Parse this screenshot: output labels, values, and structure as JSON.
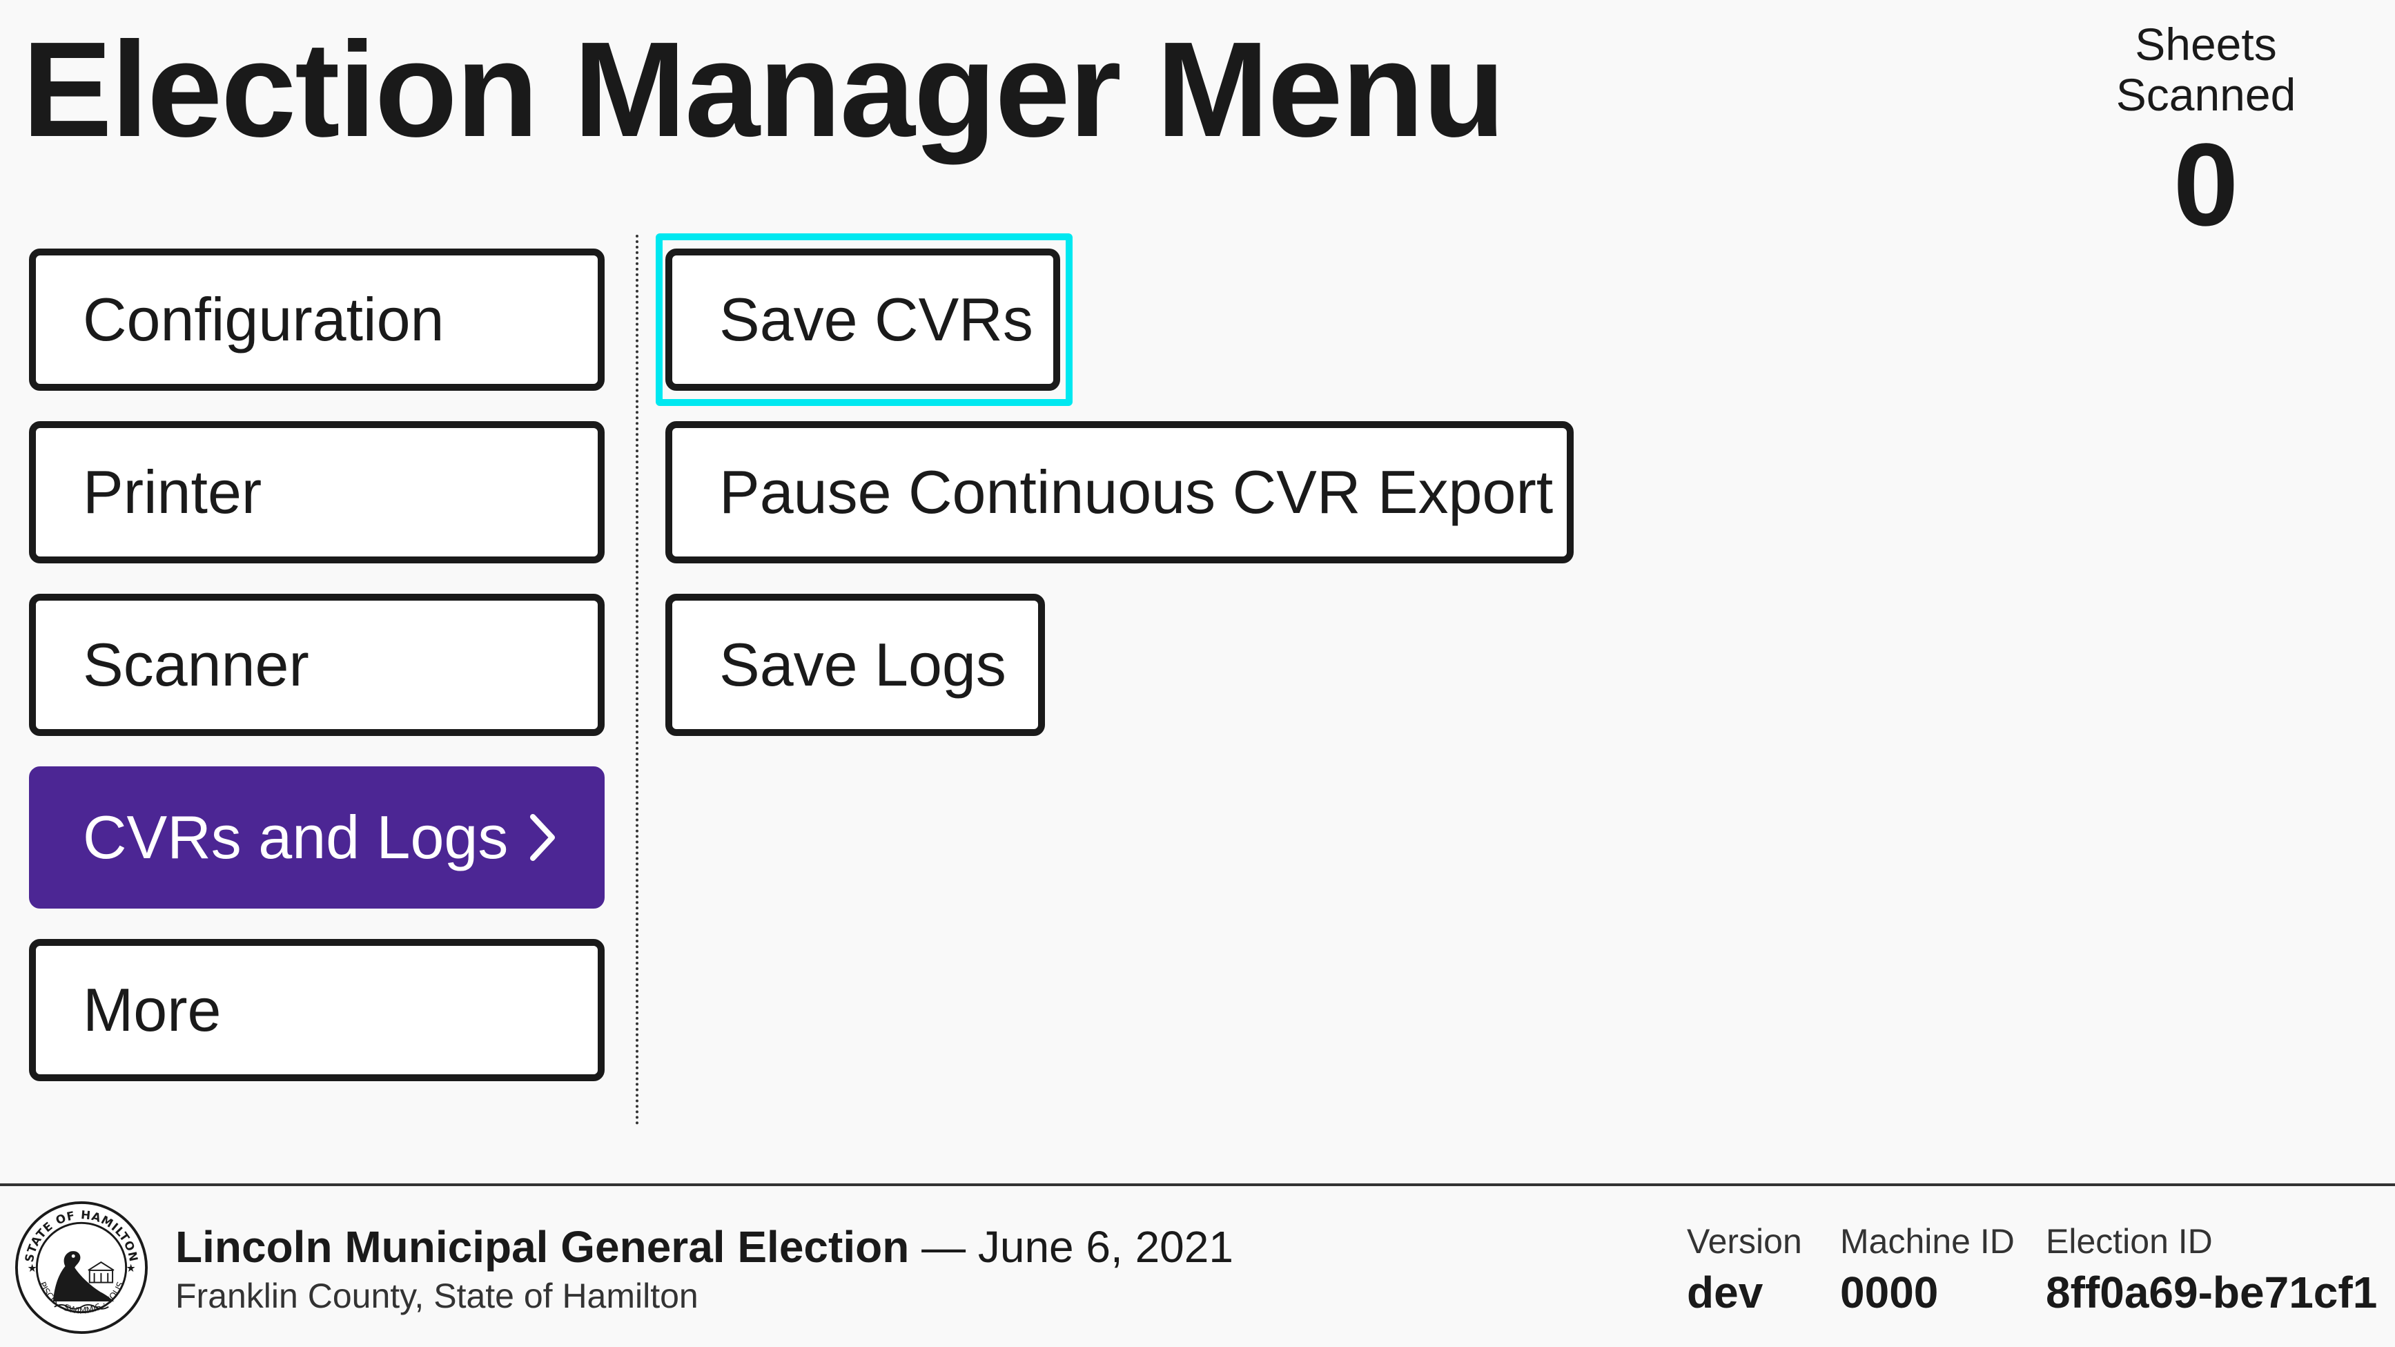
{
  "header": {
    "title": "Election Manager Menu",
    "sheets_scanned_label": "Sheets Scanned",
    "sheets_scanned_count": "0"
  },
  "sidebar": {
    "items": [
      {
        "label": "Configuration",
        "selected": false
      },
      {
        "label": "Printer",
        "selected": false
      },
      {
        "label": "Scanner",
        "selected": false
      },
      {
        "label": "CVRs and Logs",
        "selected": true,
        "icon": "chevron-right-icon"
      },
      {
        "label": "More",
        "selected": false
      }
    ]
  },
  "actions": {
    "save_cvrs": "Save CVRs",
    "pause_export": "Pause Continuous CVR Export",
    "save_logs": "Save Logs",
    "focused": "save_cvrs"
  },
  "footer": {
    "election_name": "Lincoln Municipal General Election",
    "election_date": "— June 6, 2021",
    "election_place": "Franklin County, State of Hamilton",
    "seal_text_top": "STATE OF HAMILTON",
    "seal_text_bottom": "PISCIS · SWIMMIS · SOLIS",
    "version_label": "Version",
    "version_value": "dev",
    "machine_label": "Machine ID",
    "machine_value": "0000",
    "election_id_label": "Election ID",
    "election_id_value": "8ff0a69-be71cf1"
  },
  "colors": {
    "accent": "#4c2694",
    "focus_ring": "#00e8f0",
    "border": "#1a1a1a",
    "background": "#f9f9f9"
  }
}
